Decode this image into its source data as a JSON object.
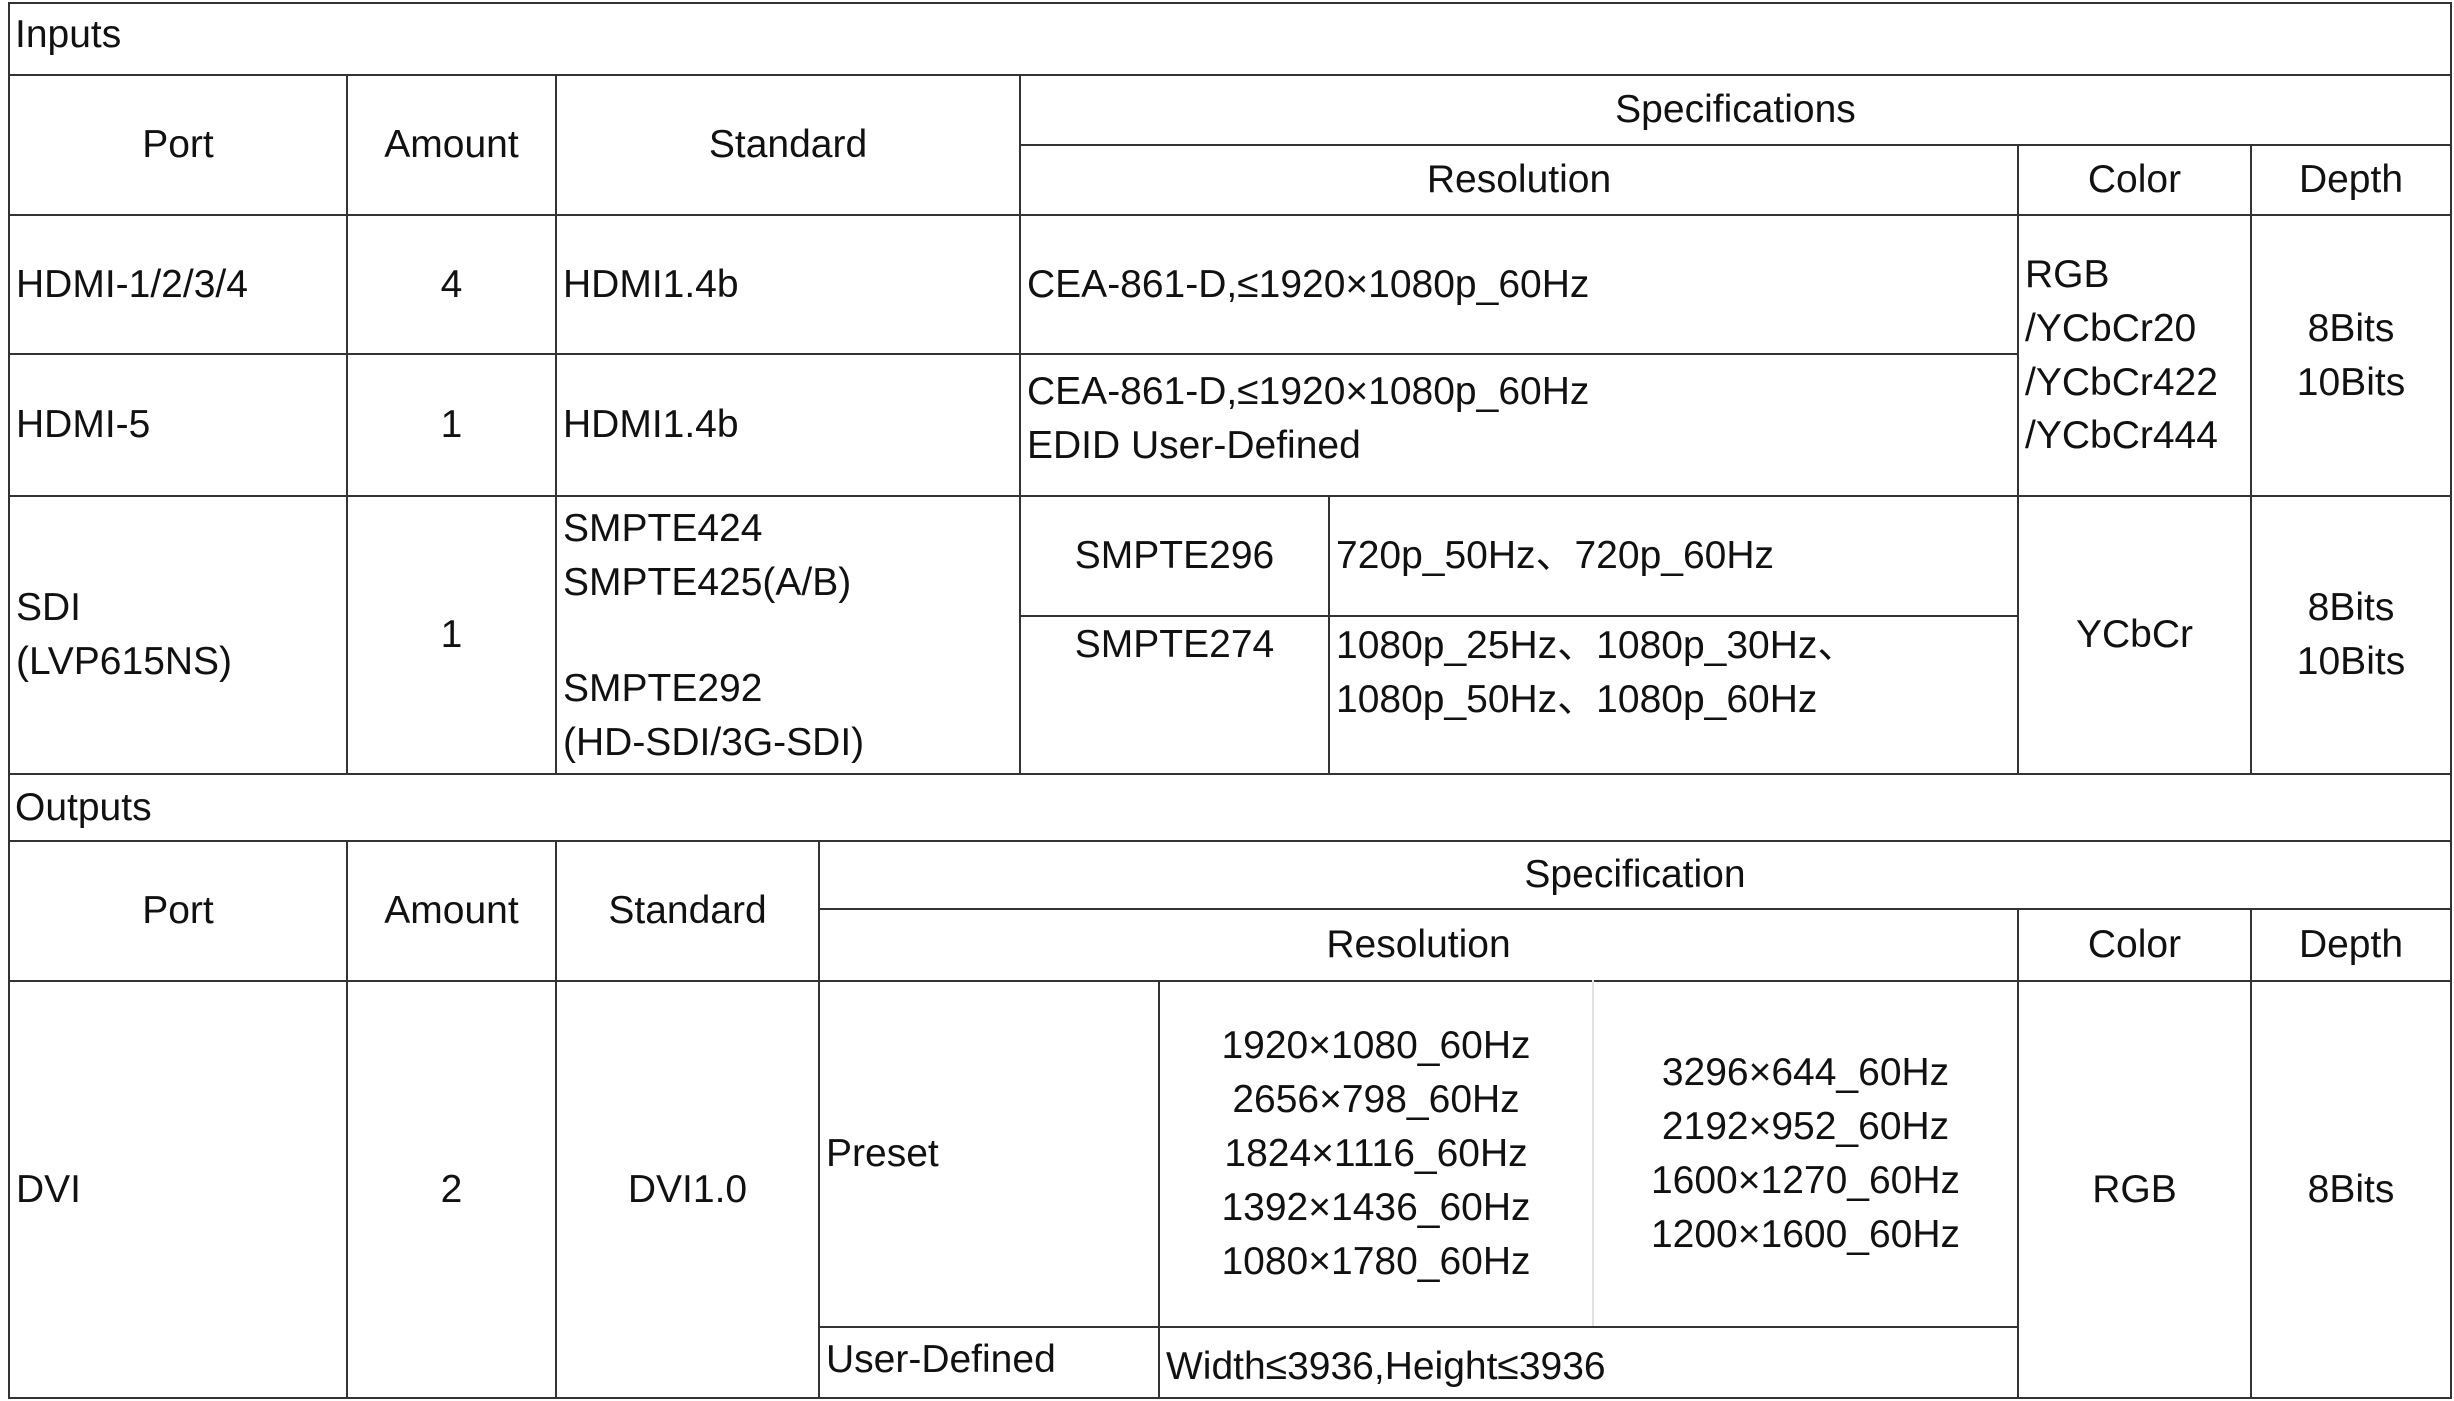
{
  "inputs": {
    "section_title": "Inputs",
    "headers": {
      "port": "Port",
      "amount": "Amount",
      "standard": "Standard",
      "specifications": "Specifications",
      "resolution": "Resolution",
      "color": "Color",
      "depth": "Depth"
    },
    "rows": {
      "hdmi_1_4": {
        "port": "HDMI-1/2/3/4",
        "amount": "4",
        "standard": "HDMI1.4b",
        "resolution": "CEA-861-D,≤1920×1080p_60Hz"
      },
      "hdmi_5": {
        "port": "HDMI-5",
        "amount": "1",
        "standard": "HDMI1.4b",
        "resolution": "CEA-861-D,≤1920×1080p_60Hz\nEDID User-Defined"
      },
      "hdmi_color": "RGB\n/YCbCr20\n/YCbCr422\n/YCbCr444",
      "hdmi_depth": "8Bits\n10Bits",
      "sdi": {
        "port": "SDI\n(LVP615NS)",
        "amount": "1",
        "standard_a": "SMPTE424\nSMPTE425(A/B)",
        "standard_b": "SMPTE292\n(HD-SDI/3G-SDI)",
        "sub1_name": "SMPTE296",
        "sub1_res": "720p_50Hz、720p_60Hz",
        "sub2_name": "SMPTE274",
        "sub2_res": "1080p_25Hz、1080p_30Hz、\n1080p_50Hz、1080p_60Hz",
        "color": "YCbCr",
        "depth": "8Bits\n10Bits"
      }
    }
  },
  "outputs": {
    "section_title": "Outputs",
    "headers": {
      "port": "Port",
      "amount": "Amount",
      "standard": "Standard",
      "specification": "Specification",
      "resolution": "Resolution",
      "color": "Color",
      "depth": "Depth"
    },
    "dvi": {
      "port": "DVI",
      "amount": "2",
      "standard": "DVI1.0",
      "preset_label": "Preset",
      "preset_col1": "1920×1080_60Hz\n2656×798_60Hz\n1824×1116_60Hz\n1392×1436_60Hz\n1080×1780_60Hz",
      "preset_col2": "3296×644_60Hz\n2192×952_60Hz\n1600×1270_60Hz\n1200×1600_60Hz",
      "user_defined_label": "User-Defined",
      "user_defined_value": "Width≤3936,Height≤3936",
      "color": "RGB",
      "depth": "8Bits"
    }
  }
}
